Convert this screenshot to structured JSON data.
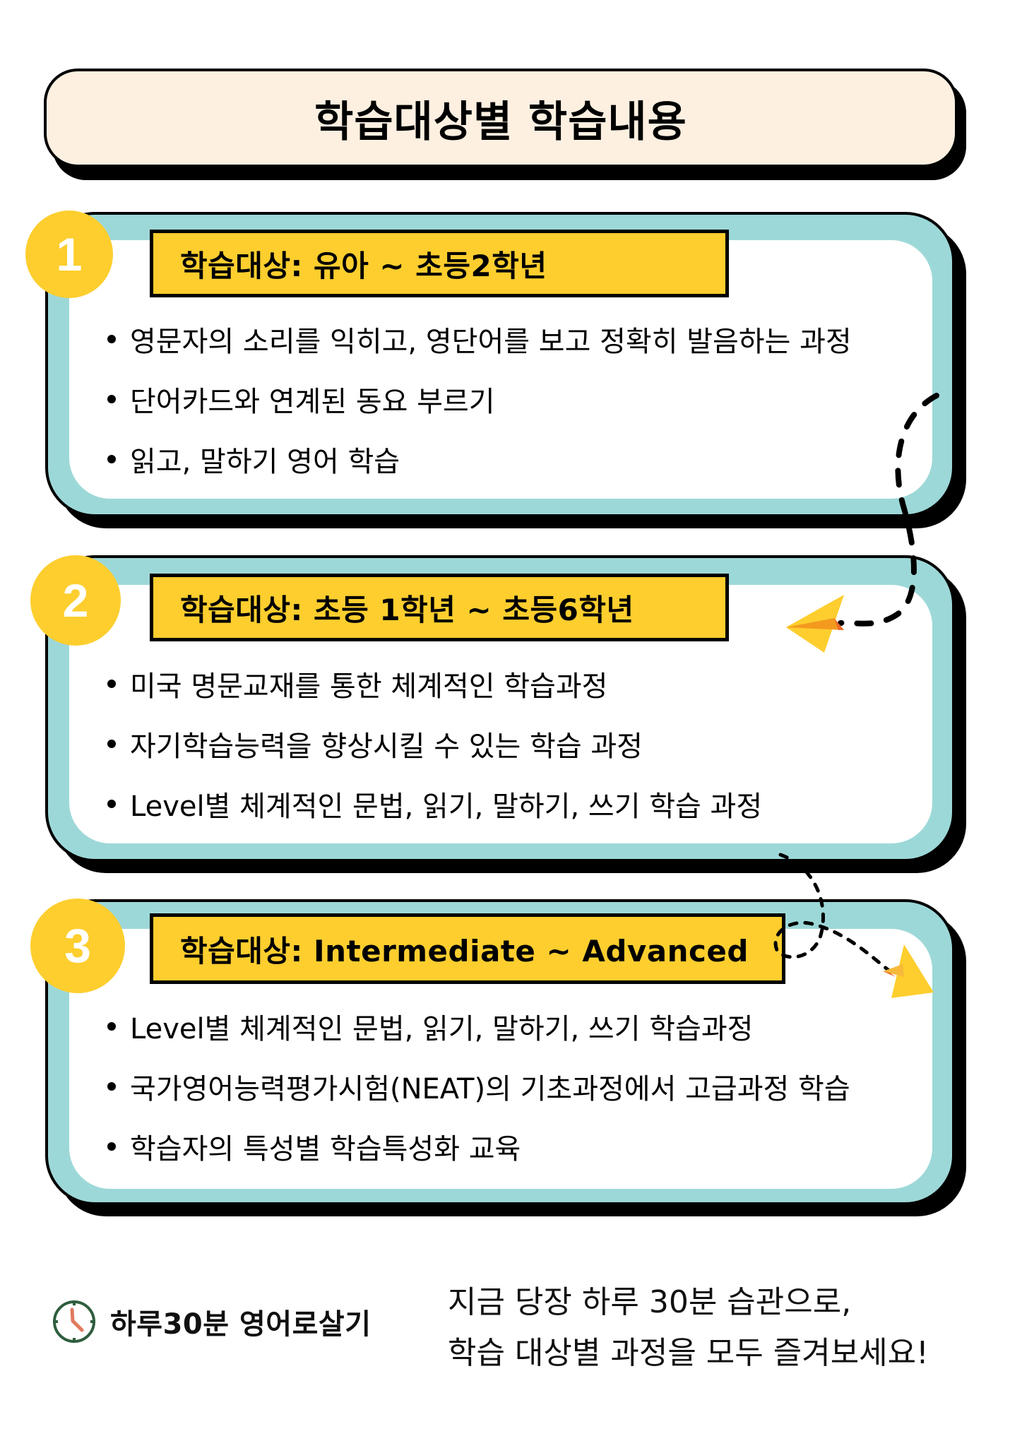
{
  "header": {
    "title": "학습대상별 학습내용"
  },
  "sections": [
    {
      "number": "1",
      "label": "학습대상:  유아 ~ 초등2학년",
      "items": [
        "영문자의 소리를 익히고, 영단어를 보고 정확히 발음하는 과정",
        "단어카드와 연계된 동요 부르기",
        "읽고, 말하기 영어 학습"
      ]
    },
    {
      "number": "2",
      "label": "학습대상:  초등 1학년 ~ 초등6학년",
      "items": [
        "미국 명문교재를 통한 체계적인 학습과정",
        "자기학습능력을 향상시킬 수 있는 학습 과정",
        "Level별 체계적인 문법, 읽기, 말하기, 쓰기 학습 과정"
      ]
    },
    {
      "number": "3",
      "label": "학습대상:  Intermediate ~ Advanced",
      "items": [
        "Level별 체계적인 문법, 읽기, 말하기, 쓰기 학습과정",
        "국가영어능력평가시험(NEAT)의 기초과정에서 고급과정 학습",
        "학습자의 특성별 학습특성화 교육"
      ]
    }
  ],
  "footer": {
    "brand_icon": "clock-icon",
    "brand_name": "하루30분 영어로살기",
    "slogan_line1": "지금 당장 하루 30분 습관으로,",
    "slogan_line2": "학습 대상별 과정을 모두 즐겨보세요!"
  },
  "decorations": {
    "icons": [
      "paper-plane-icon",
      "paper-plane-icon",
      "dashed-path"
    ]
  },
  "colors": {
    "title_bg": "#FDF0E1",
    "card_border_teal": "#9DD8D8",
    "accent_yellow": "#FDCE2E",
    "plane_orange": "#F39A1E",
    "clock_green": "#2E5E3E",
    "clock_hand": "#E07A5F"
  }
}
